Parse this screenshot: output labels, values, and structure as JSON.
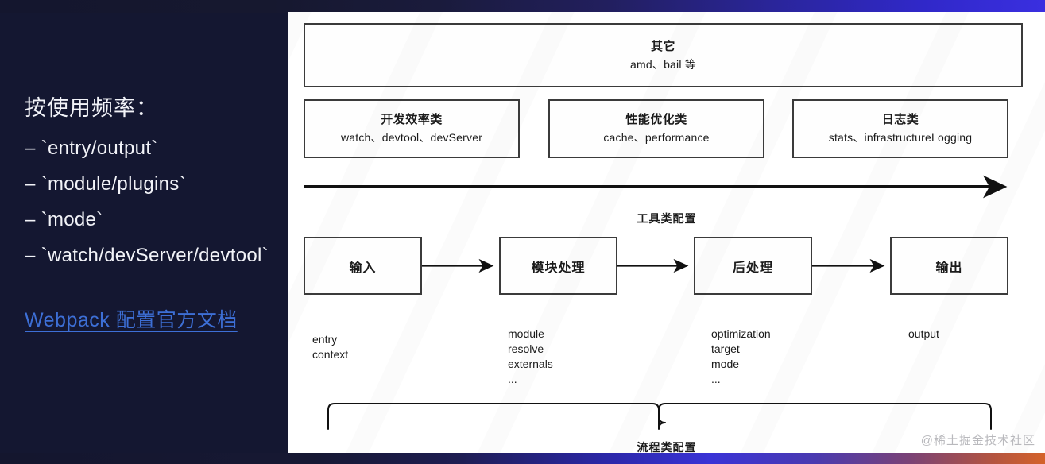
{
  "slide": {
    "left_panel": {
      "lead": "按使用频率：",
      "bullets": [
        {
          "dash": "–",
          "text": "`entry/output`"
        },
        {
          "dash": "–",
          "text": "`module/plugins`"
        },
        {
          "dash": "–",
          "text": "`mode`"
        },
        {
          "dash": "–",
          "text": "`watch/devServer/devtool`"
        }
      ],
      "link": "Webpack 配置官方文档",
      "link_color": "#3d6fd6",
      "background_color": "#141731",
      "text_color": "#f2f3f8"
    },
    "diagram": {
      "background_color": "#ffffff",
      "border_color": "#3b3b3b",
      "top_box": {
        "title": "其它",
        "subtitle": "amd、bail 等"
      },
      "category_boxes": [
        {
          "title": "开发效率类",
          "subtitle": "watch、devtool、devServer"
        },
        {
          "title": "性能优化类",
          "subtitle": "cache、performance"
        },
        {
          "title": "日志类",
          "subtitle": "stats、infrastructureLogging"
        }
      ],
      "tool_arrow_caption": "工具类配置",
      "flow_boxes": [
        {
          "label": "输入"
        },
        {
          "label": "模块处理"
        },
        {
          "label": "后处理"
        },
        {
          "label": "输出"
        }
      ],
      "flow_options": [
        {
          "lines": "entry\ncontext"
        },
        {
          "lines": "module\nresolve\nexternals\n..."
        },
        {
          "lines": "optimization\ntarget\nmode\n..."
        },
        {
          "lines": "output"
        }
      ],
      "brace_caption": "流程类配置"
    },
    "watermark": "@稀土掘金技术社区"
  }
}
